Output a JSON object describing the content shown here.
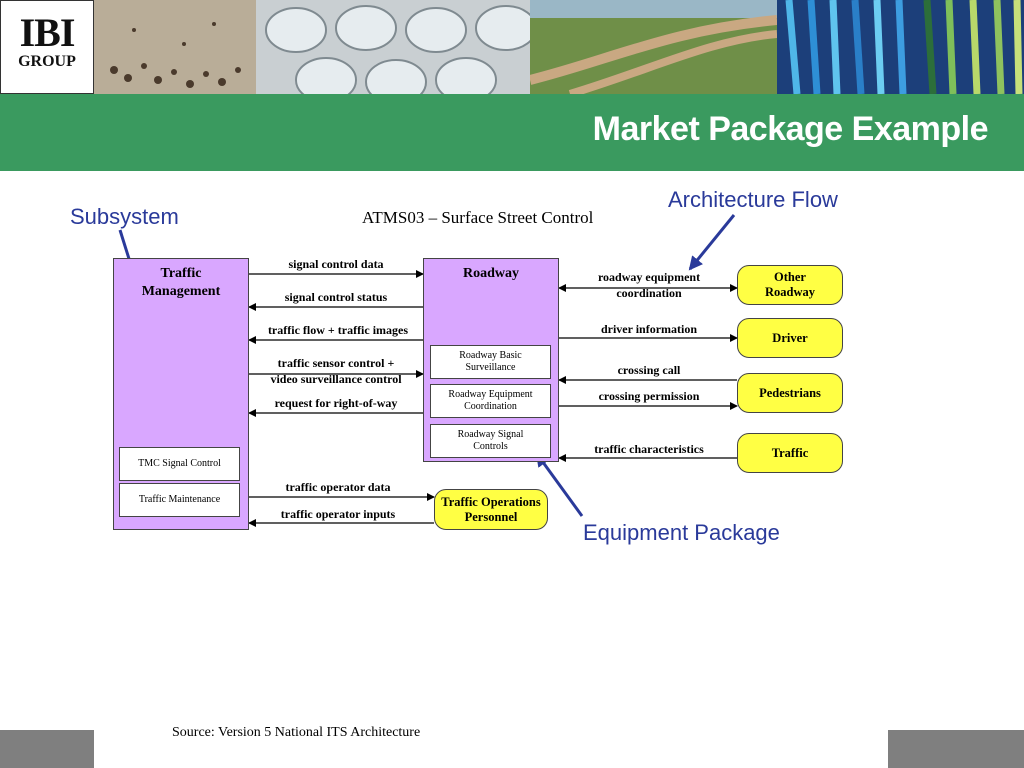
{
  "header": {
    "logo_main": "IBI",
    "logo_sub": "GROUP",
    "title": "Market Package Example"
  },
  "callouts": {
    "subsystem": "Subsystem",
    "architecture_flow": "Architecture Flow",
    "equipment_package": "Equipment Package"
  },
  "diagram": {
    "title": "ATMS03 – Surface Street Control",
    "subsystems": {
      "traffic_management": "Traffic Management",
      "roadway": "Roadway"
    },
    "equipment_packages": {
      "tmc_signal_control": "TMC Signal Control",
      "traffic_maintenance": "Traffic Maintenance",
      "roadway_basic_surveillance": "Roadway Basic Surveillance",
      "roadway_equipment_coordination": "Roadway Equipment Coordination",
      "roadway_signal_controls": "Roadway Signal Controls"
    },
    "terminators": {
      "other_roadway": "Other Roadway",
      "driver": "Driver",
      "pedestrians": "Pedestrians",
      "traffic": "Traffic",
      "traffic_operations_personnel": "Traffic Operations Personnel"
    },
    "flows": {
      "signal_control_data": "signal control data",
      "signal_control_status": "signal control status",
      "traffic_flow_images": "traffic flow + traffic images",
      "sensor_control_line1": "traffic sensor control +",
      "sensor_control_line2": "video surveillance control",
      "request_right_of_way": "request for right-of-way",
      "roadway_coord_line1": "roadway equipment",
      "roadway_coord_line2": "coordination",
      "driver_information": "driver information",
      "crossing_call": "crossing call",
      "crossing_permission": "crossing permission",
      "traffic_characteristics": "traffic characteristics",
      "traffic_operator_data": "traffic operator data",
      "traffic_operator_inputs": "traffic operator inputs"
    }
  },
  "footer": {
    "source": "Source: Version 5 National ITS Architecture"
  },
  "colors": {
    "title_band": "#3a9a5f",
    "subsystem_fill": "#d9a7ff",
    "terminator_fill": "#ffff44",
    "callout_text": "#2a3a9a",
    "footer_block": "#7f7f7f"
  }
}
